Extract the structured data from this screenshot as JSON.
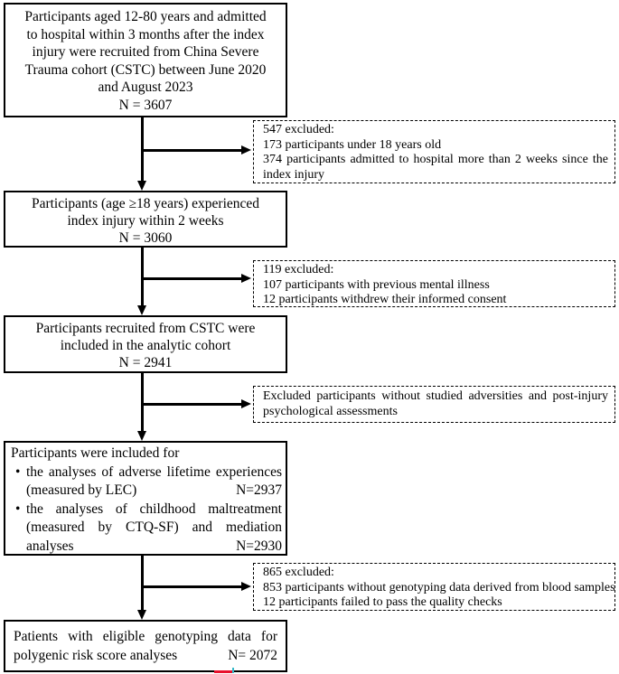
{
  "colors": {
    "ink": "#000000",
    "background": "#ffffff",
    "artifact_red": "#e8112d",
    "artifact_cyan": "#35b8c8"
  },
  "flow": {
    "recruitment": {
      "lines": [
        "Participants aged 12-80 years and admitted",
        "to hospital within 3 months after the index",
        "injury were recruited from China Severe",
        "Trauma cohort (CSTC) between June 2020",
        "and August 2023",
        "N = 3607"
      ]
    },
    "age_filter": {
      "lines": [
        "Participants (age ≥18 years) experienced",
        "index injury within 2 weeks",
        "N = 3060"
      ]
    },
    "analytic_cohort": {
      "lines": [
        "Participants recruited from CSTC were",
        "included in the analytic cohort",
        "N = 2941"
      ]
    },
    "analysis_inclusion": {
      "intro": "Participants were included for",
      "bullet_glyph": "•",
      "bullet1": {
        "line1": "the analyses of adverse lifetime experiences",
        "line2_left": "(measured by LEC)",
        "line2_right": "N=2937"
      },
      "bullet2": {
        "line1": "the analyses of childhood maltreatment",
        "line2": "(measured by CTQ-SF) and mediation",
        "line3_left": "analyses",
        "line3_right": "N=2930"
      }
    },
    "genotyping": {
      "line1": "Patients with eligible genotyping data for",
      "line2_left": "polygenic risk score analyses",
      "line2_right": "N= 2072"
    }
  },
  "exclusions": {
    "d1": {
      "lines": [
        "547 excluded:",
        "173 participants under 18 years old",
        "374 participants admitted to hospital more than 2 weeks since the index injury"
      ]
    },
    "d2": {
      "lines": [
        "119 excluded:",
        "107 participants with previous mental illness",
        "12 participants withdrew their informed consent"
      ]
    },
    "d3": {
      "text": "Excluded participants without studied adversities and post-injury psychological assessments"
    },
    "d4": {
      "lines": [
        "865 excluded:",
        "853 participants without genotyping data derived from blood samples",
        "12 participants failed to pass the quality checks"
      ]
    }
  }
}
